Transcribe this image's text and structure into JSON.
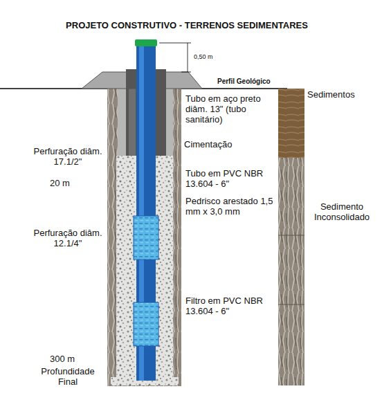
{
  "diagram": {
    "title": "PROJETO CONSTRUTIVO - TERRENOS SEDIMENTARES",
    "labels": [
      "0,50 m",
      "Perfil Geológico",
      "Tubo em aço preto diâm. 13\" (tubo sanitário)",
      "Sedimentos",
      "Cimentação",
      "Perfuração diâm. 17.1/2\"",
      "20 m",
      "Tubo em PVC NBR 13.604 - 6\"",
      "Pedrisco arestado 1,5 mm x 3,0 mm",
      "Sedimento Inconsolidado",
      "Perfuração diâm. 12.1/4\"",
      "Filtro em PVC NBR 13.604 - 6\"",
      "300 m",
      "Profundidade Final"
    ]
  }
}
